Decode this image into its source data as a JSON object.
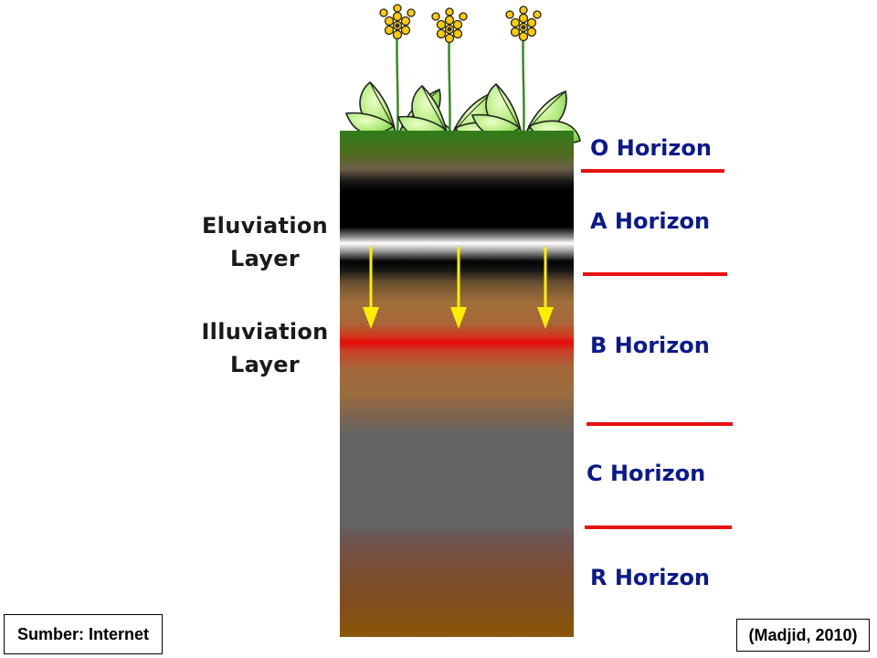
{
  "layers": {
    "eluviation": [
      "Eluviation",
      "Layer"
    ],
    "illuviation": [
      "Illuviation",
      "Layer"
    ]
  },
  "horizons": [
    "O Horizon",
    "A Horizon",
    "B Horizon",
    "C Horizon",
    "R Horizon"
  ],
  "source_note": "Sumber: Internet",
  "citation": "(Madjid, 2010)",
  "colors": {
    "horizon_text": "#0a1a8c",
    "boundary_line": "#e81010",
    "arrow": "#ffee00"
  }
}
